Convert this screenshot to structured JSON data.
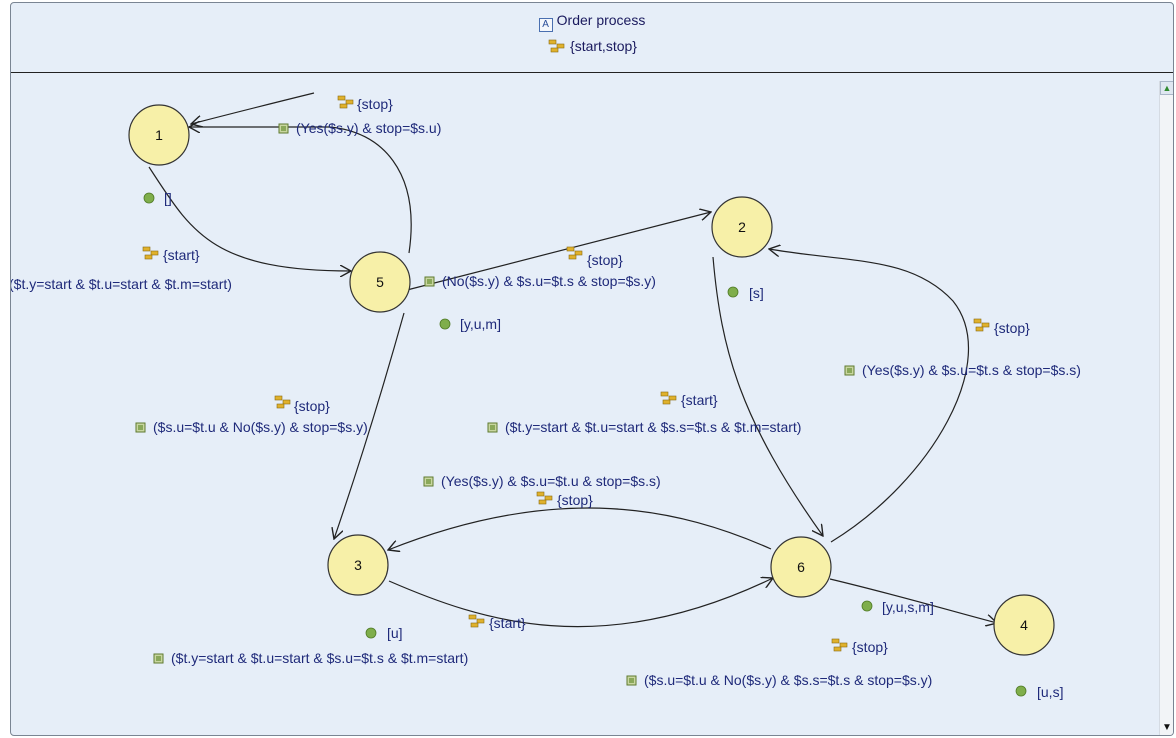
{
  "header": {
    "title": "Order process",
    "actions": "{start,stop}"
  },
  "colors": {
    "background": "#e6eef8",
    "node_fill": "#f7f0a8",
    "node_stroke": "#333333",
    "edge": "#222222",
    "label_text": "#1f2a7a",
    "guard_icon": "#8aa85a",
    "dot": "#7fae4b"
  },
  "states": [
    {
      "id": "1",
      "label": "1"
    },
    {
      "id": "2",
      "label": "2"
    },
    {
      "id": "3",
      "label": "3"
    },
    {
      "id": "4",
      "label": "4"
    },
    {
      "id": "5",
      "label": "5"
    },
    {
      "id": "6",
      "label": "6"
    }
  ],
  "state_vars": [
    {
      "id": "vars-1",
      "text": "[]"
    },
    {
      "id": "vars-2",
      "text": "[s]"
    },
    {
      "id": "vars-3",
      "text": "[u]"
    },
    {
      "id": "vars-4",
      "text": "[u,s]"
    },
    {
      "id": "vars-5",
      "text": "[y,u,m]"
    },
    {
      "id": "vars-6",
      "text": "[y,u,s,m]"
    }
  ],
  "transitions": [
    {
      "id": "t-5-1",
      "action": "{stop}",
      "guard": "(Yes($s.y) & stop=$s.u)"
    },
    {
      "id": "t-1-5",
      "action": "{start}",
      "guard": "($t.y=start & $t.u=start & $t.m=start)"
    },
    {
      "id": "t-5-2",
      "action": "{stop}",
      "guard": "(No($s.y) & $s.u=$t.s & stop=$s.y)"
    },
    {
      "id": "t-5-3",
      "action": "{stop}",
      "guard": "($s.u=$t.u & No($s.y) & stop=$s.y)"
    },
    {
      "id": "t-2-6",
      "action": "{start}",
      "guard": "($t.y=start & $t.u=start & $s.s=$t.s & $t.m=start)"
    },
    {
      "id": "t-6-2",
      "action": "{stop}",
      "guard": "(Yes($s.y) & $s.u=$t.s & stop=$s.s)"
    },
    {
      "id": "t-6-3",
      "action": "{stop}",
      "guard": "(Yes($s.y) & $s.u=$t.u & stop=$s.s)"
    },
    {
      "id": "t-3-6",
      "action": "{start}",
      "guard": "($t.y=start & $t.u=start & $s.u=$t.s & $t.m=start)"
    },
    {
      "id": "t-6-4",
      "action": "{stop}",
      "guard": "($s.u=$t.u & No($s.y) & $s.s=$t.s & stop=$s.y)"
    }
  ]
}
